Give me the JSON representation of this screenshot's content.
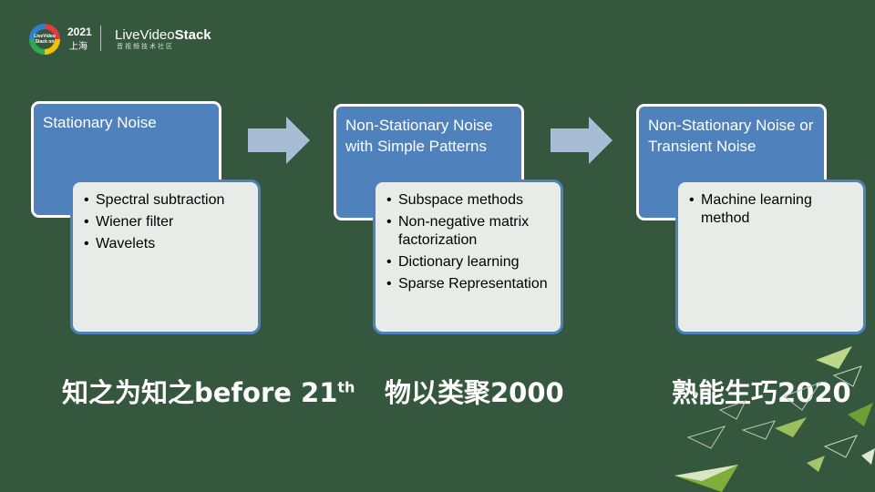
{
  "header": {
    "logo_text": "LiveVideo Stack on",
    "year": "2021",
    "city": "上海",
    "brand_prefix": "LiveVideo",
    "brand_bold": "Stack",
    "brand_sub": "音视频技术社区"
  },
  "stages": [
    {
      "title": "Stationary Noise",
      "items": [
        "Spectral subtraction",
        "Wiener filter",
        "Wavelets"
      ],
      "caption": "知之为知之before 21",
      "caption_sup": "th"
    },
    {
      "title": "Non-Stationary Noise with Simple Patterns",
      "items": [
        "Subspace methods",
        "Non-negative matrix factorization",
        "Dictionary learning",
        "Sparse Representation"
      ],
      "caption": "物以类聚2000"
    },
    {
      "title": "Non-Stationary Noise or Transient Noise",
      "items": [
        "Machine learning method"
      ],
      "caption": "熟能生巧2020"
    }
  ],
  "colors": {
    "background": "#35573e",
    "box_blue": "#4f81bd",
    "box_grey": "#e8ece9",
    "arrow": "#a9bcd6"
  }
}
